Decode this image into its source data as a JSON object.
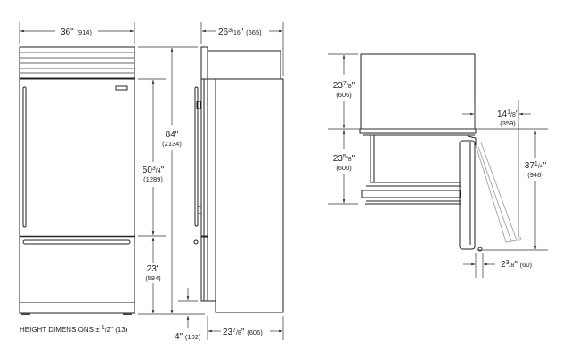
{
  "front_view": {
    "width": {
      "inches": "36\"",
      "mm": "(914)"
    },
    "total_height": {
      "inches": "84\"",
      "mm": "(2134)"
    },
    "door_height": {
      "whole": "50",
      "num": "3",
      "den": "4",
      "mm": "(1289)"
    },
    "drawer_height": {
      "inches": "23\"",
      "mm": "(584)"
    },
    "note": {
      "prefix": "HEIGHT DIMENSIONS ± ",
      "num": "1",
      "den": "2",
      "suffix": "\" (13)"
    }
  },
  "side_view": {
    "overall_depth": {
      "whole": "26",
      "num": "3",
      "den": "16",
      "mm": "(665)"
    },
    "cabinet_depth": {
      "whole": "23",
      "num": "7",
      "den": "8",
      "mm": "(606)"
    },
    "toe_kick": {
      "inches": "4\"",
      "mm": "(102)"
    }
  },
  "top_view": {
    "cabinet_depth": {
      "whole": "23",
      "num": "7",
      "den": "8",
      "mm": "(606)"
    },
    "drawer_extension": {
      "whole": "23",
      "num": "5",
      "den": "8",
      "mm": "(600)"
    },
    "door_clearance": {
      "whole": "14",
      "num": "1",
      "den": "8",
      "mm": "(359)"
    },
    "door_swing": {
      "whole": "37",
      "num": "1",
      "den": "4",
      "mm": "(946)"
    },
    "door_offset": {
      "whole": "2",
      "num": "3",
      "den": "8",
      "mm": "(60)"
    }
  }
}
